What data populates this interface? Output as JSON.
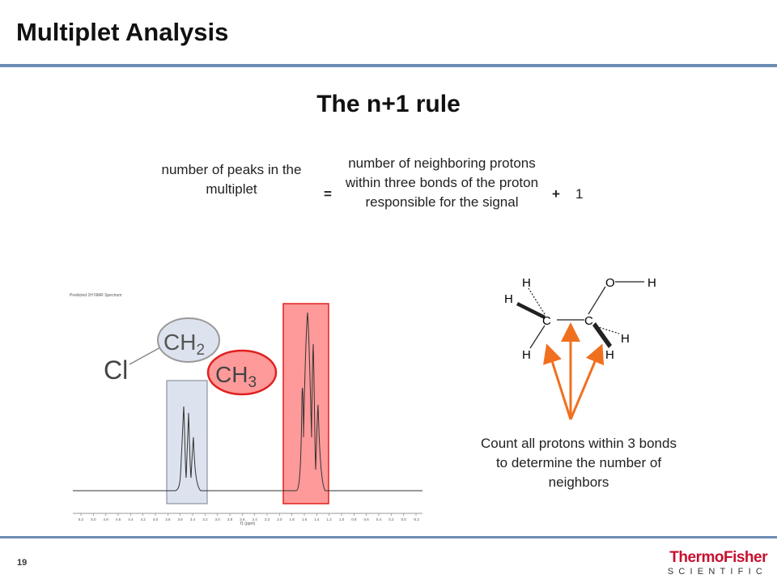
{
  "slide": {
    "title": "Multiplet Analysis",
    "subtitle": "The n+1 rule",
    "page_number": "19"
  },
  "equation": {
    "lhs": "number of peaks in the multiplet",
    "equals": "=",
    "rhs": "number of neighboring protons within three bonds of the proton responsible for the signal",
    "plus": "+",
    "one": "1"
  },
  "spectrum": {
    "header": "Predicted 1H NMR Spectrum",
    "axis_label": "f1 (ppm)",
    "ticks": [
      "5.2",
      "5.0",
      "4.8",
      "4.6",
      "4.4",
      "4.2",
      "4.0",
      "3.8",
      "3.6",
      "3.4",
      "3.2",
      "3.0",
      "2.8",
      "2.6",
      "2.4",
      "2.2",
      "2.0",
      "1.8",
      "1.6",
      "1.4",
      "1.2",
      "1.0",
      "0.8",
      "0.6",
      "0.4",
      "0.2",
      "0.0",
      "-0.2"
    ],
    "molecule_labels": {
      "cl": "Cl",
      "ch2": "CH",
      "ch2_sub": "2",
      "ch3": "CH",
      "ch3_sub": "3"
    },
    "highlight_colors": {
      "ch2": "#dde3ee",
      "ch3": "#ff9a9a",
      "ch3_stroke": "#e02020"
    }
  },
  "molecule": {
    "atoms": {
      "h": "H",
      "c": "C",
      "o": "O"
    },
    "arrow_color": "#f07020"
  },
  "note": "Count all protons within 3 bonds to determine the number of neighbors",
  "logo": {
    "line1": "ThermoFisher",
    "line2": "SCIENTIFIC"
  }
}
